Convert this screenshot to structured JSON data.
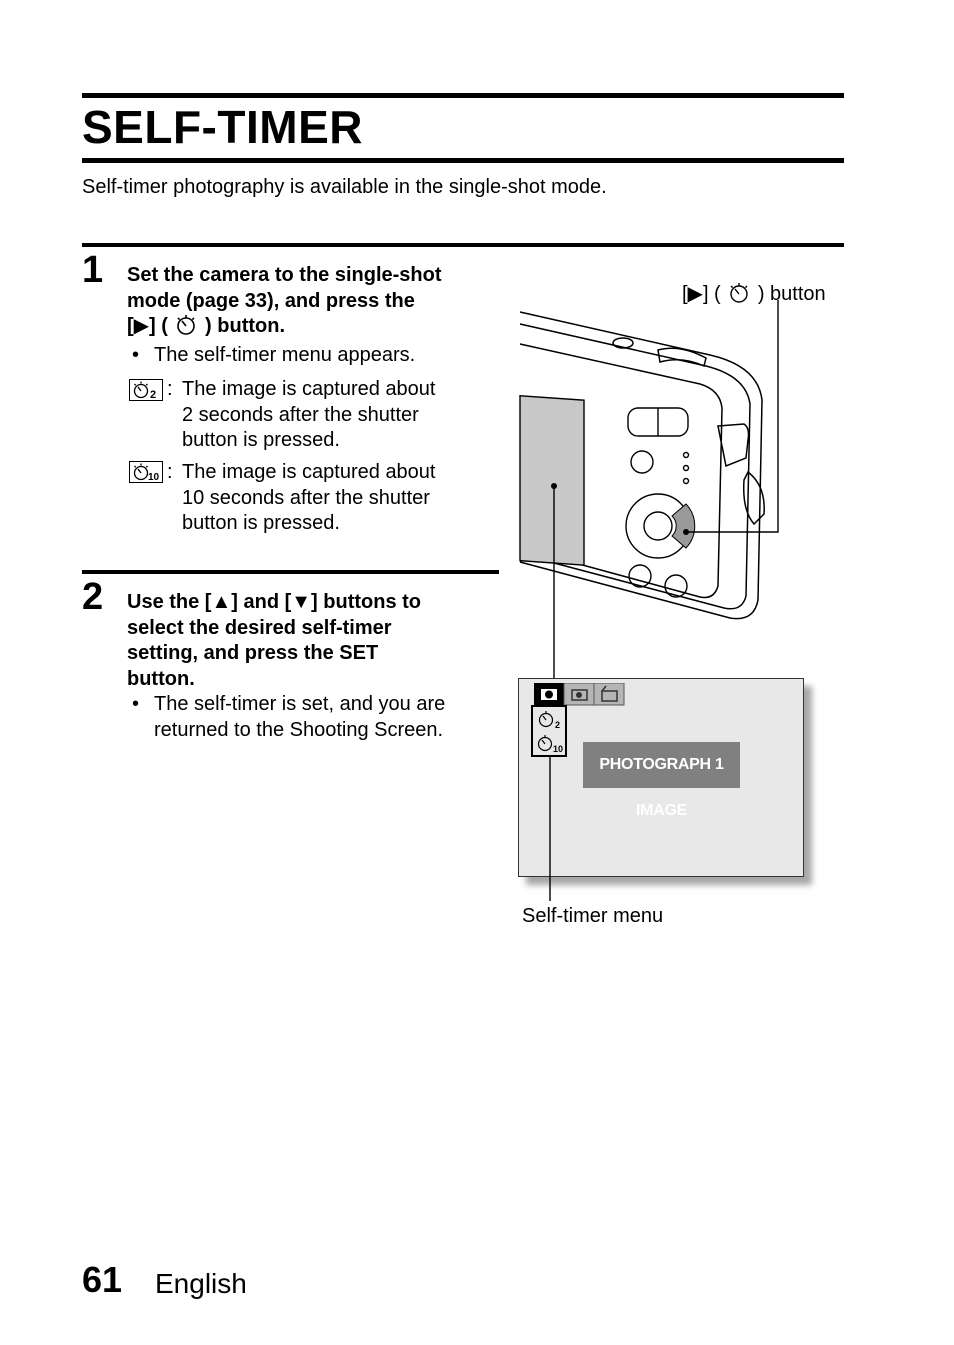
{
  "page": {
    "title": "SELF-TIMER",
    "intro": "Self-timer photography is available in the single-shot mode."
  },
  "step1": {
    "number": "1",
    "heading_line1": "Set the camera to the single-shot",
    "heading_line2": "mode (page 33), and press the",
    "heading_line3_prefix": "[▶] (",
    "heading_line3_suffix": ") button.",
    "bullet": "The self-timer menu appears.",
    "option2_line1": "The image is captured about",
    "option2_line2": "2 seconds after the shutter",
    "option2_line3": "button is pressed.",
    "option2_icon_sub": "2",
    "option10_line1": "The image is captured about",
    "option10_line2": "10 seconds after the shutter",
    "option10_line3": "button is pressed.",
    "option10_icon_sub": "10"
  },
  "step2": {
    "number": "2",
    "heading_line1": "Use the [▲] and [▼] buttons to",
    "heading_line2": "select the desired self-timer",
    "heading_line3": "setting, and press the SET",
    "heading_line4": "button.",
    "bullet_line1": "The self-timer is set, and you are",
    "bullet_line2": "returned to the Shooting Screen."
  },
  "illustration": {
    "button_caption_prefix": "[▶] (",
    "button_caption_suffix": ") button",
    "menu_caption": "Self-timer menu",
    "menu_label": "PHOTOGRAPH 1 IMAGE",
    "menu_item_2": "2",
    "menu_item_10": "10"
  },
  "footer": {
    "page_number": "61",
    "language": "English"
  },
  "colors": {
    "text": "#000000",
    "menu_bg": "#e8e8e8",
    "menu_label_bg": "#808080"
  }
}
